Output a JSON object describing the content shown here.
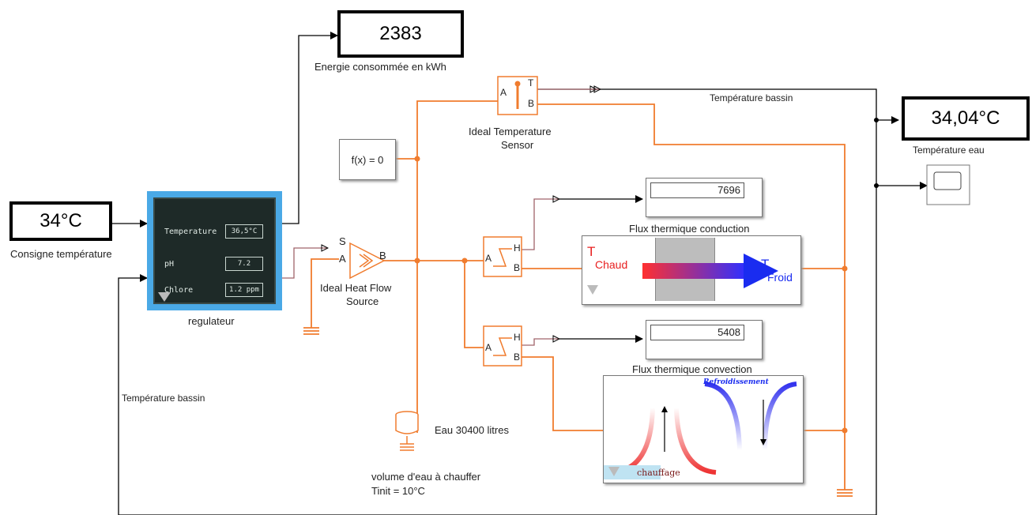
{
  "energy_display": {
    "value": "2383",
    "label": "Energie consommée en kWh"
  },
  "setpoint": {
    "value": "34°C",
    "label": "Consigne température"
  },
  "water_temp": {
    "value": "34,04°C",
    "label": "Température eau"
  },
  "regulator": {
    "label": "regulateur",
    "rows": [
      {
        "name": "Temperature",
        "value": "36,5°C"
      },
      {
        "name": "pH",
        "value": "7.2"
      },
      {
        "name": "Chlore",
        "value": "1.2 ppm"
      }
    ]
  },
  "function_block": {
    "text": "f(x) = 0"
  },
  "temp_sensor": {
    "label_line1": "Ideal Temperature",
    "label_line2": "Sensor",
    "port_a": "A",
    "port_t": "T",
    "port_b": "B"
  },
  "heat_source": {
    "label_line1": "Ideal Heat Flow",
    "label_line2": "Source",
    "port_s": "S",
    "port_a": "A",
    "port_b": "B"
  },
  "signal_labels": {
    "pool_temp_top": "Température bassin",
    "pool_temp_left": "Température bassin"
  },
  "conduction": {
    "display_value": "7696",
    "label": "Flux thermique conduction",
    "hot": "Chaud",
    "cold": "Froid",
    "t_symbol": "T"
  },
  "convection": {
    "display_value": "5408",
    "label": "Flux thermique convection",
    "cooling": "Refroidissement",
    "heating": "chauffage"
  },
  "mass": {
    "label": "Eau 30400 litres",
    "desc_line1": "volume d'eau à chauffer",
    "desc_line2": "Tinit = 10°C"
  },
  "colors": {
    "physical_line": "#f07c2e",
    "signal_line": "#000000",
    "ui_blue": "#4aa9e6"
  }
}
